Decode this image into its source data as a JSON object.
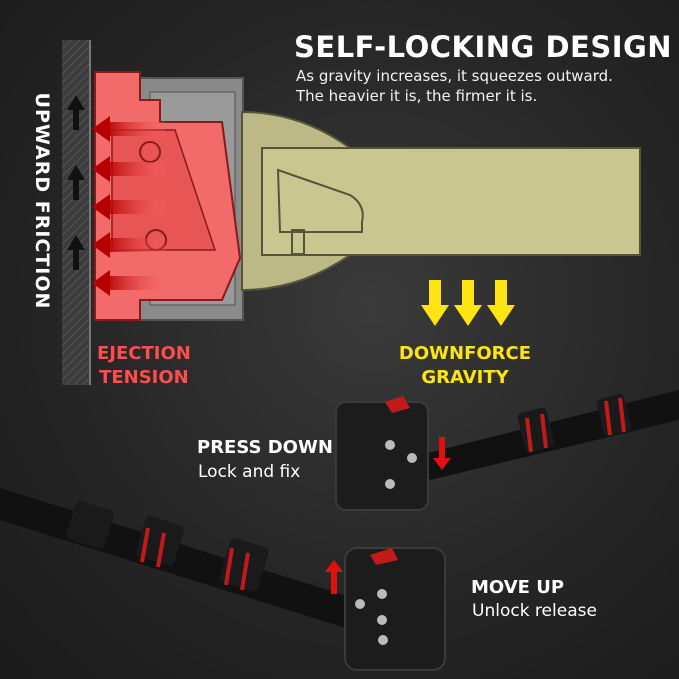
{
  "heading": {
    "title": "SELF-LOCKING DESIGN",
    "subtitle_line1": "As gravity increases, it squeezes outward.",
    "subtitle_line2": "The heavier it is, the firmer it is."
  },
  "labels": {
    "upward_friction": "UPWARD FRICTION",
    "ejection_line1": "EJECTION",
    "ejection_line2": "TENSION",
    "downforce_line1": "DOWNFORCE",
    "downforce_line2": "GRAVITY"
  },
  "steps": [
    {
      "heading": "PRESS DOWN",
      "description": "Lock and fix"
    },
    {
      "heading": "MOVE UP",
      "description": "Unlock release"
    }
  ],
  "colors": {
    "red": "#ff4d4d",
    "yellow": "#ffe414",
    "olive": "#c9c68f",
    "gray": "#8c8c8c"
  },
  "icons": [
    "upward-arrow-icon",
    "ejection-arrow-icon",
    "downforce-arrow-icon",
    "lock-arrow-down-icon",
    "lock-arrow-up-icon"
  ]
}
